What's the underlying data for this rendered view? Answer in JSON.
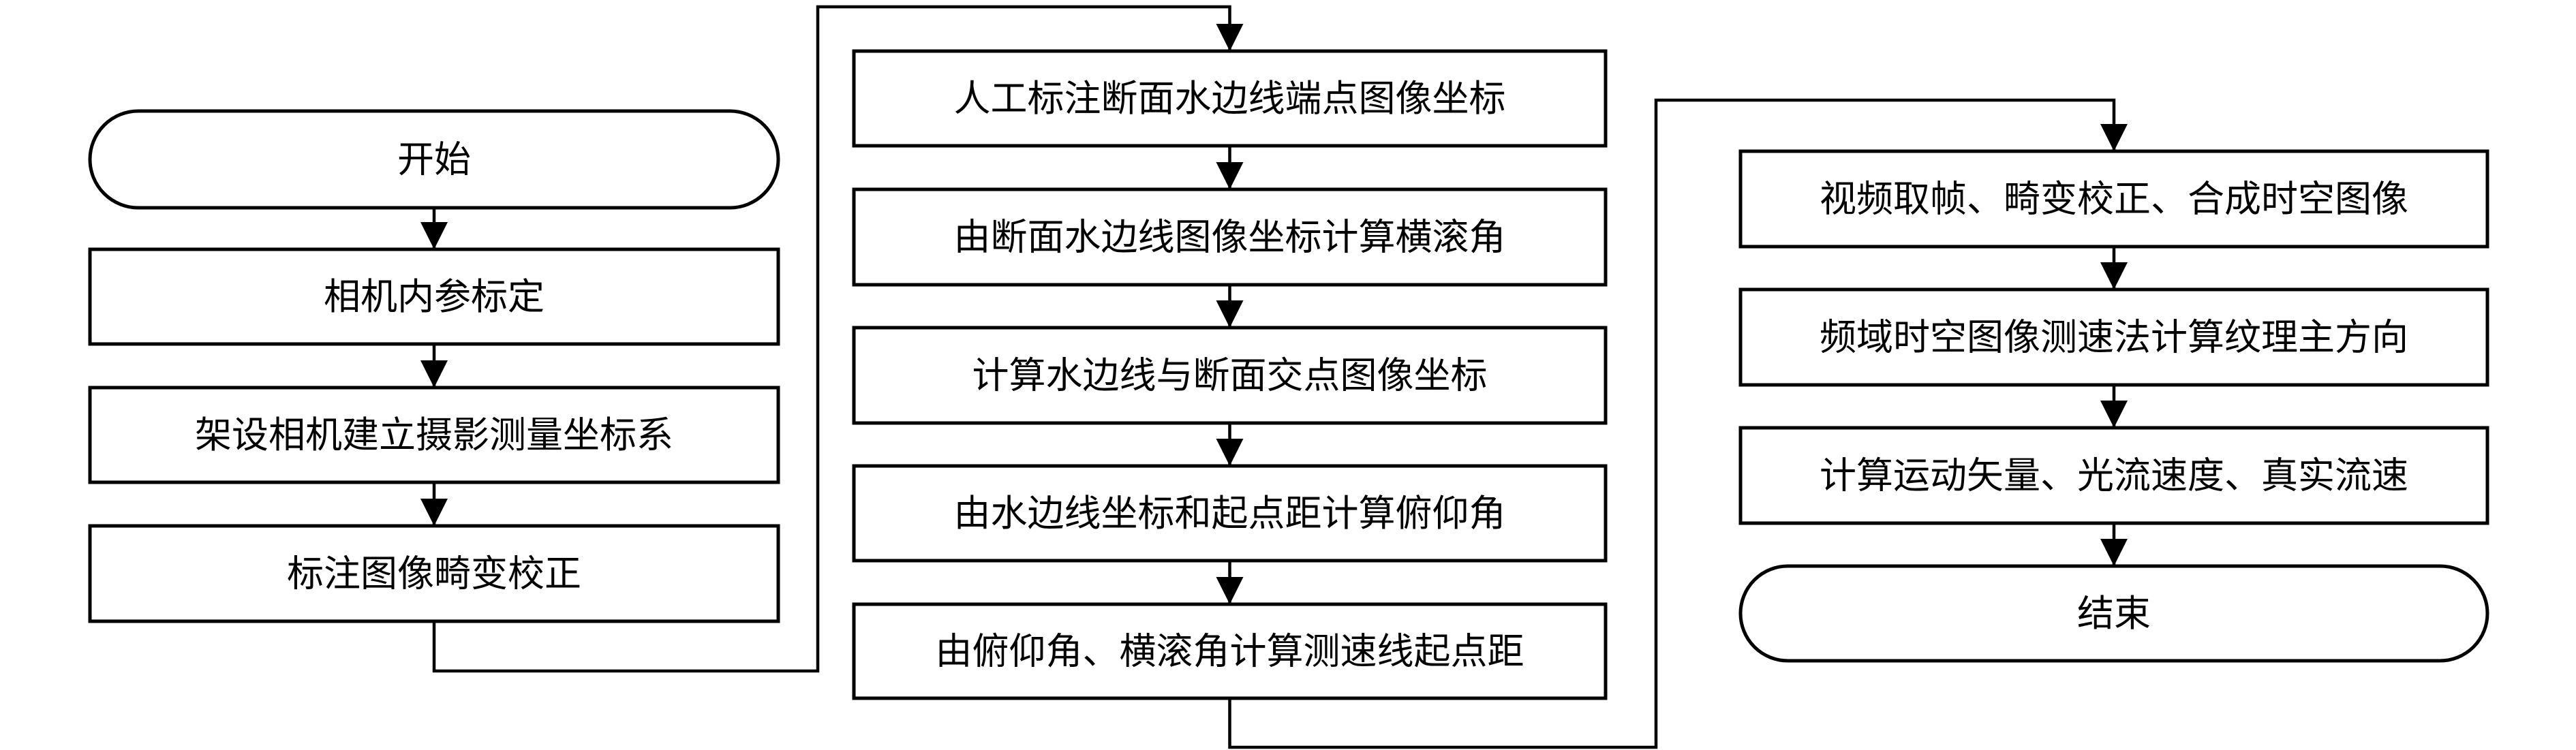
{
  "columns": [
    {
      "steps": [
        {
          "id": "start",
          "label": "开始",
          "shape": "terminal"
        },
        {
          "id": "camera-intrinsic-calibration",
          "label": "相机内参标定",
          "shape": "process"
        },
        {
          "id": "setup-camera-coordinate-system",
          "label": "架设相机建立摄影测量坐标系",
          "shape": "process"
        },
        {
          "id": "mark-image-distortion-correction",
          "label": "标注图像畸变校正",
          "shape": "process"
        }
      ]
    },
    {
      "steps": [
        {
          "id": "mark-waterline-endpoints",
          "label": "人工标注断面水边线端点图像坐标",
          "shape": "process"
        },
        {
          "id": "compute-roll-angle",
          "label": "由断面水边线图像坐标计算横滚角",
          "shape": "process"
        },
        {
          "id": "compute-intersection-coords",
          "label": "计算水边线与断面交点图像坐标",
          "shape": "process"
        },
        {
          "id": "compute-pitch-angle",
          "label": "由水边线坐标和起点距计算俯仰角",
          "shape": "process"
        },
        {
          "id": "compute-line-start-distance",
          "label": "由俯仰角、横滚角计算测速线起点距",
          "shape": "process"
        }
      ]
    },
    {
      "steps": [
        {
          "id": "video-frame-extraction",
          "label": "视频取帧、畸变校正、合成时空图像",
          "shape": "process"
        },
        {
          "id": "compute-texture-direction",
          "label": "频域时空图像测速法计算纹理主方向",
          "shape": "process"
        },
        {
          "id": "compute-velocity",
          "label": "计算运动矢量、光流速度、真实流速",
          "shape": "process"
        },
        {
          "id": "end",
          "label": "结束",
          "shape": "terminal"
        }
      ]
    }
  ],
  "colors": {
    "stroke": "#000000",
    "fill": "#ffffff",
    "text": "#000000"
  }
}
